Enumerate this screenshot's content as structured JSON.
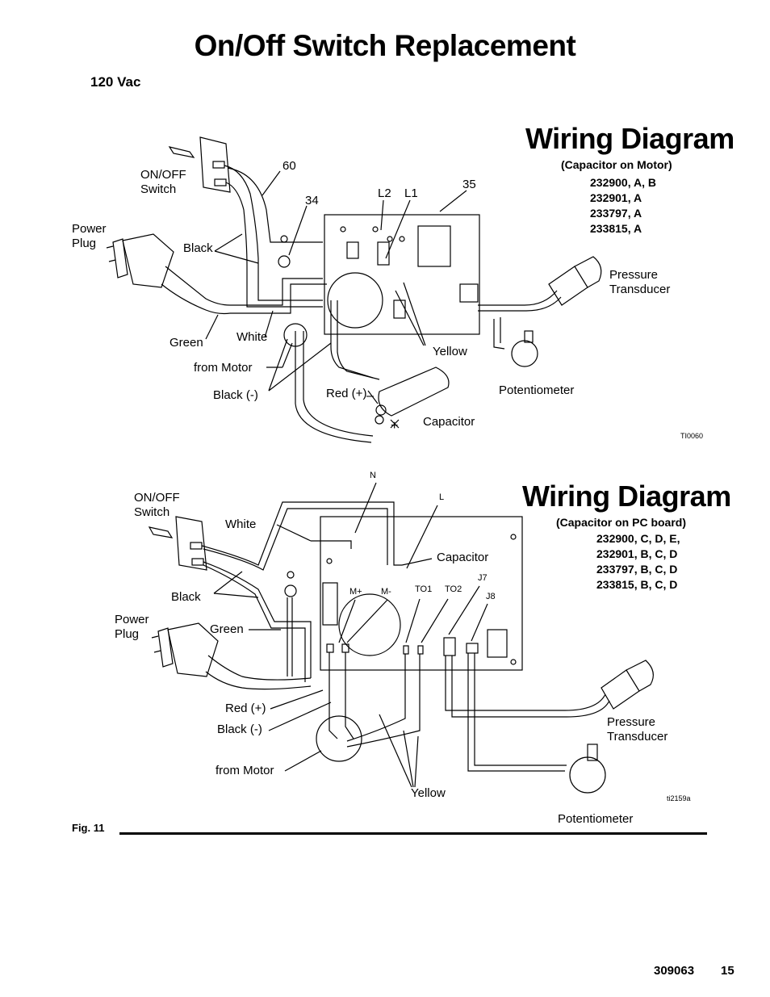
{
  "header": {
    "title": "On/Off Switch Replacement",
    "voltage": "120 Vac"
  },
  "diagram1": {
    "title": "Wiring Diagram",
    "subtitle": "(Capacitor on Motor)",
    "models": [
      "232900, A, B",
      "232901, A",
      "233797, A",
      "233815, A"
    ],
    "labels": {
      "switch": [
        "ON/OFF",
        "Switch"
      ],
      "plug": [
        "Power",
        "Plug"
      ],
      "black": "Black",
      "green": "Green",
      "white": "White",
      "from_motor": "from Motor",
      "black_neg": "Black (-)",
      "red_pos": "Red (+)",
      "capacitor": "Capacitor",
      "yellow": "Yellow",
      "potentiometer": "Potentiometer",
      "transducer": [
        "Pressure",
        "Transducer"
      ],
      "l2": "L2",
      "l1": "L1",
      "ref_60": "60",
      "ref_34": "34",
      "ref_35": "35",
      "image_id": "TI0060"
    }
  },
  "diagram2": {
    "title": "Wiring Diagram",
    "subtitle": "(Capacitor on PC board)",
    "models": [
      "232900, C, D, E,",
      "232901, B, C, D",
      "233797, B, C, D",
      "233815, B, C, D"
    ],
    "labels": {
      "switch": [
        "ON/OFF",
        "Switch"
      ],
      "plug": [
        "Power",
        "Plug"
      ],
      "white": "White",
      "black": "Black",
      "green": "Green",
      "red_pos": "Red (+)",
      "black_neg": "Black (-)",
      "from_motor": "from Motor",
      "yellow": "Yellow",
      "capacitor": "Capacitor",
      "potentiometer": "Potentiometer",
      "transducer": [
        "Pressure",
        "Transducer"
      ],
      "n": "N",
      "l": "L",
      "m_plus": "M+",
      "m_minus": "M-",
      "to1": "TO1",
      "to2": "TO2",
      "j7": "J7",
      "j8": "J8",
      "image_id": "ti2159a"
    }
  },
  "figure_label": "Fig. 11",
  "footer": {
    "doc_number": "309063",
    "page_number": "15"
  }
}
